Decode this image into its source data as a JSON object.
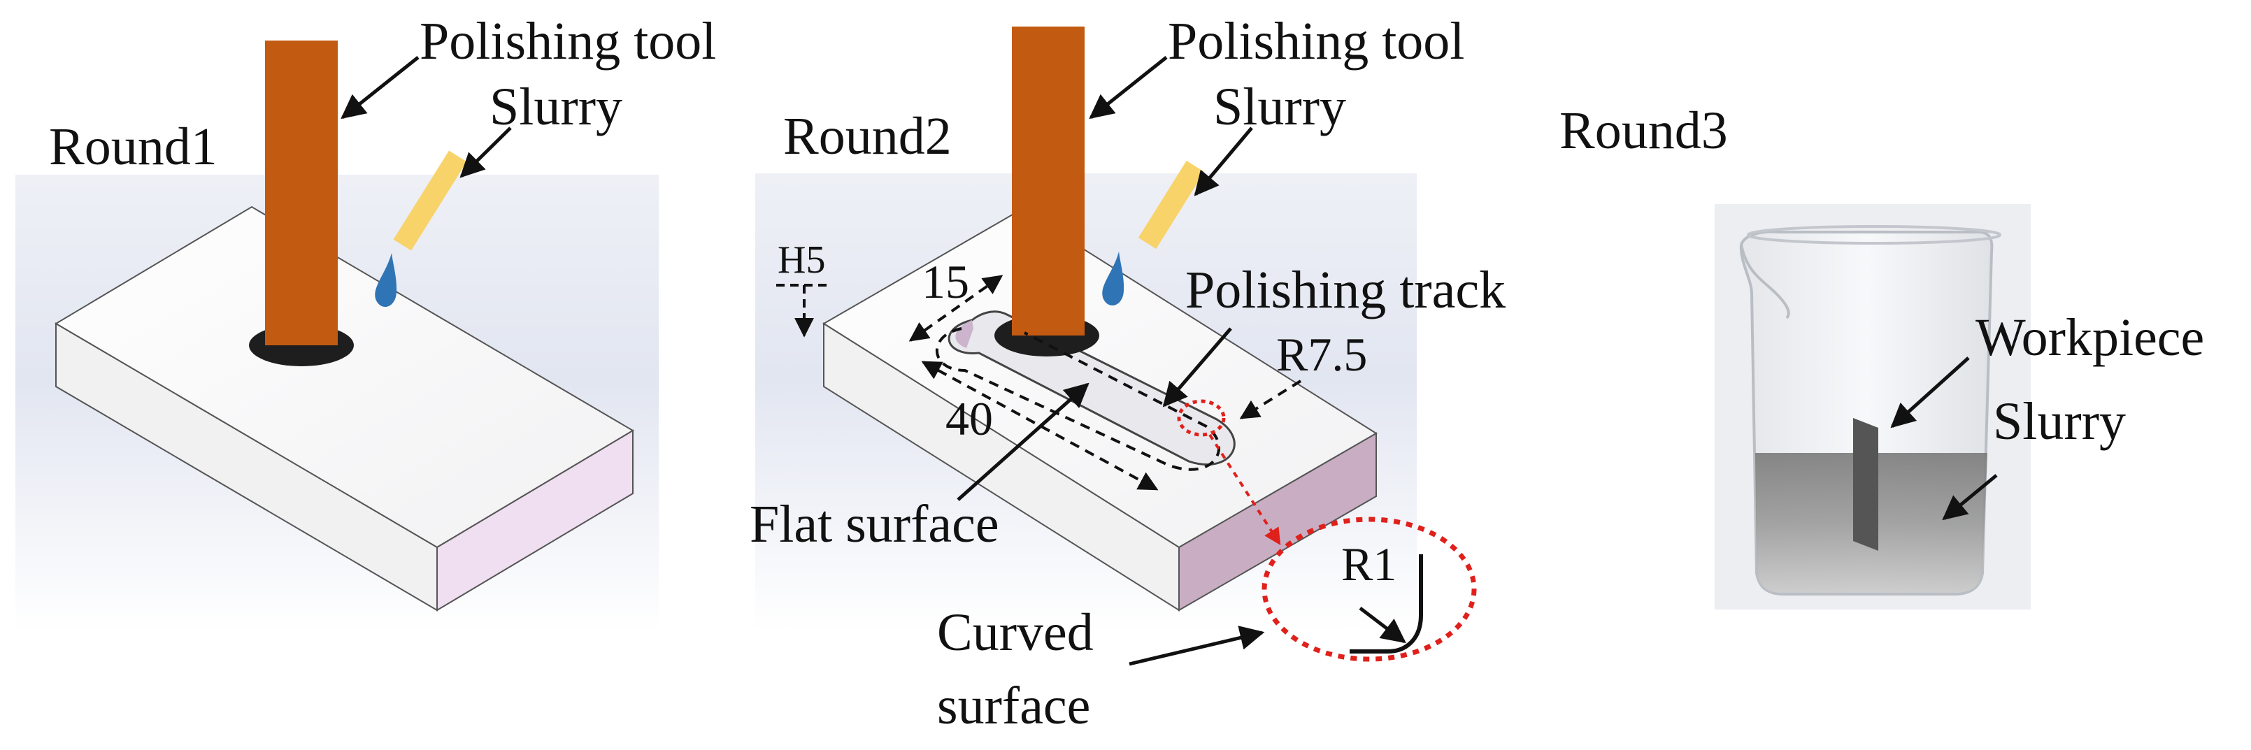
{
  "panel1": {
    "round": "Round1",
    "tool_label": "Polishing tool",
    "slurry_label": "Slurry"
  },
  "panel2": {
    "round": "Round2",
    "tool_label": "Polishing tool",
    "slurry_label": "Slurry",
    "track_label": "Polishing track",
    "flat_label": "Flat surface",
    "curved_label_line1": "Curved",
    "curved_label_line2": "surface",
    "dim_depth": "H5",
    "dim_width": "15",
    "dim_length": "40",
    "dim_radius": "R7.5",
    "dim_fillet": "R1"
  },
  "panel3": {
    "round": "Round3",
    "workpiece_label": "Workpiece",
    "slurry_label": "Slurry"
  },
  "colors": {
    "tool": "#c25a12",
    "slurry_tube": "#f7d36a",
    "slurry_drop": "#2f75b5",
    "detail_circle": "#e0201b"
  }
}
